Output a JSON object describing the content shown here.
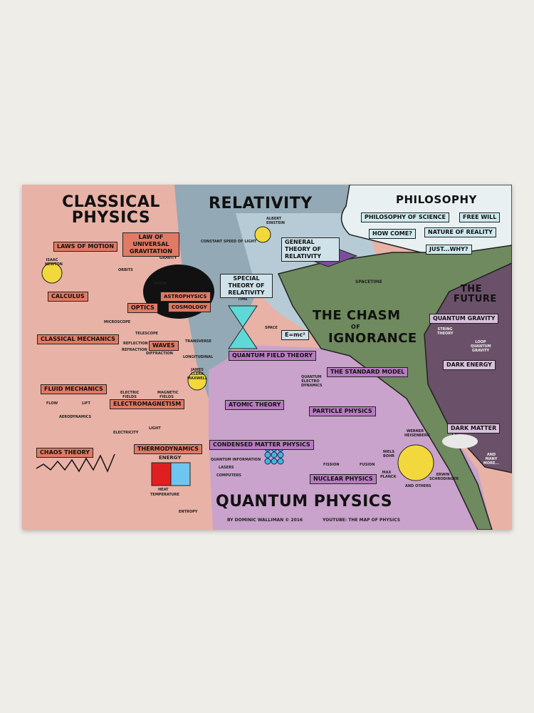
{
  "colors": {
    "wall": "#efede8",
    "classical": "#e8b2a6",
    "relativity": "#93a9b6",
    "general_relativity": "#b7cbd6",
    "philosophy": "#e8f0f2",
    "chasm": "#6f8a5e",
    "future": "#6a5068",
    "quantum": "#c9a3cb"
  },
  "titles": {
    "classical": "CLASSICAL PHYSICS",
    "relativity": "RELATIVITY",
    "philosophy": "PHILOSOPHY",
    "future": "THE FUTURE",
    "chasm_1": "THE CHASM",
    "chasm_2": "OF",
    "chasm_3": "IGNORANCE",
    "quantum": "QUANTUM PHYSICS"
  },
  "classical": {
    "boxes": [
      "LAWS OF MOTION",
      "LAW OF UNIVERSAL GRAVITATION",
      "CALCULUS",
      "OPTICS",
      "CLASSICAL MECHANICS",
      "WAVES",
      "FLUID MECHANICS",
      "ELECTROMAGNETISM",
      "CHAOS THEORY",
      "THERMODYNAMICS"
    ],
    "notes": [
      "ISAAC NEWTON",
      "ORBITS",
      "GRAVITY",
      "PRISM",
      "MICROSCOPE",
      "TELESCOPE",
      "REFLECTION",
      "REFRACTION",
      "DIFFRACTION",
      "TRANSVERSE",
      "LONGITUDINAL",
      "ELECTRIC FIELDS",
      "MAGNETIC FIELDS",
      "JAMES CLERK MAXWELL",
      "FLOW",
      "LIFT",
      "AERODYNAMICS",
      "ELECTRICITY",
      "LIGHT",
      "ENERGY",
      "HEAT",
      "TEMPERATURE",
      "ENTROPY"
    ]
  },
  "astro": [
    "ASTROPHYSICS",
    "COSMOLOGY"
  ],
  "relativity": {
    "boxes": [
      "GENERAL THEORY OF RELATIVITY",
      "SPECIAL THEORY OF RELATIVITY",
      "E=mc²"
    ],
    "notes": [
      "ALBERT EINSTEIN",
      "CONSTANT SPEED OF LIGHT",
      "SPACETIME",
      "TIME",
      "SPACE"
    ]
  },
  "philosophy": {
    "boxes": [
      "PHILOSOPHY OF SCIENCE",
      "FREE WILL",
      "HOW COME?",
      "NATURE OF REALITY",
      "JUST...WHY?"
    ]
  },
  "future": {
    "boxes": [
      "QUANTUM GRAVITY",
      "DARK ENERGY",
      "DARK MATTER"
    ],
    "notes": [
      "STRING THEORY",
      "LOOP QUANTUM GRAVITY",
      "AND MANY MORE..."
    ]
  },
  "quantum": {
    "boxes": [
      "QUANTUM FIELD THEORY",
      "THE STANDARD MODEL",
      "ATOMIC THEORY",
      "PARTICLE PHYSICS",
      "CONDENSED MATTER PHYSICS",
      "NUCLEAR PHYSICS"
    ],
    "notes": [
      "QUANTUM ELECTRO DYNAMICS",
      "QUANTUM INFORMATION",
      "LASERS",
      "COMPUTERS",
      "FISSION",
      "FUSION",
      "WERNER HEISENBERG",
      "NIELS BOHR",
      "MAX PLANCK",
      "ERWIN SCHRODINGER",
      "AND OTHERS"
    ]
  },
  "credits": {
    "author": "BY DOMINIC WALLIMAN © 2016",
    "youtube": "YOUTUBE: THE MAP OF PHYSICS"
  }
}
